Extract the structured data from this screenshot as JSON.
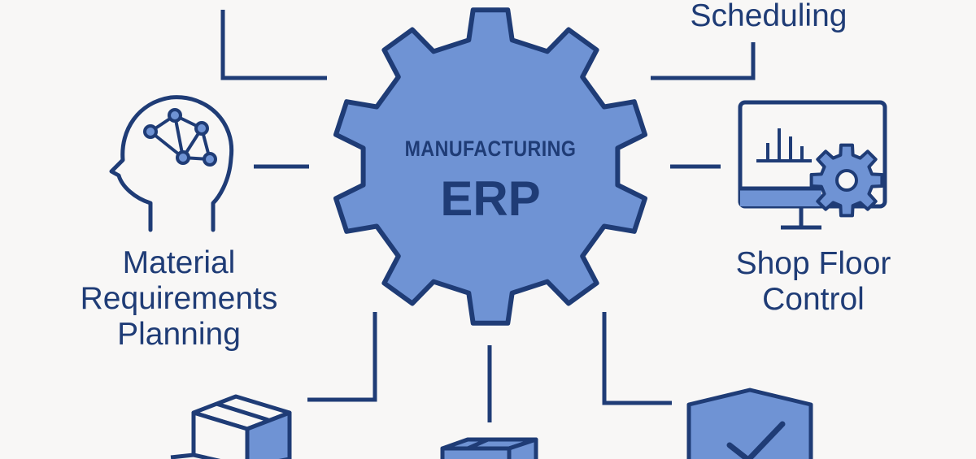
{
  "hub": {
    "title": "MANUFACTURING",
    "subtitle": "ERP"
  },
  "modules": {
    "scheduling": "Scheduling",
    "mrp": [
      "Material",
      "Requirements",
      "Planning"
    ],
    "shop_floor": [
      "Shop Floor",
      "Control"
    ]
  },
  "icons": [
    "brain-network-icon",
    "monitor-chart-gear-icon",
    "box-icon",
    "box-stack-icon",
    "shield-check-icon"
  ],
  "colors": {
    "outline": "#1f3c76",
    "fill": "#6f93d4",
    "background": "#f8f7f6"
  }
}
